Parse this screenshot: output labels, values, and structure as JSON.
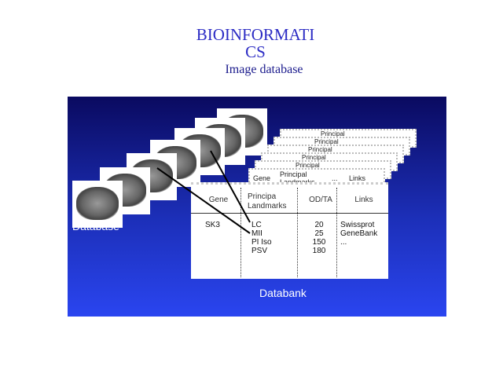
{
  "title": {
    "line1": "BIOINFORMATI",
    "line2": "CS",
    "subtitle": "Image database"
  },
  "labels": {
    "database": "Database",
    "databank": "Databank"
  },
  "stack_cards": [
    "Principal",
    "Principal",
    "Principal",
    "Principal",
    "Principal"
  ],
  "front_card": {
    "gene": "Gene",
    "landmarks": "Principal Landmarks",
    "ellipsis": "...",
    "links": "Links"
  },
  "table": {
    "headers": [
      "Gene",
      "Principa Landmarks",
      "OD/TA",
      "Links"
    ],
    "gene": "SK3",
    "landmarks": [
      "LC",
      "MII",
      "PI Iso",
      "PSV"
    ],
    "values": [
      "20",
      "25",
      "150",
      "180"
    ],
    "links": [
      "Swissprot",
      "GeneBank",
      "..."
    ]
  }
}
